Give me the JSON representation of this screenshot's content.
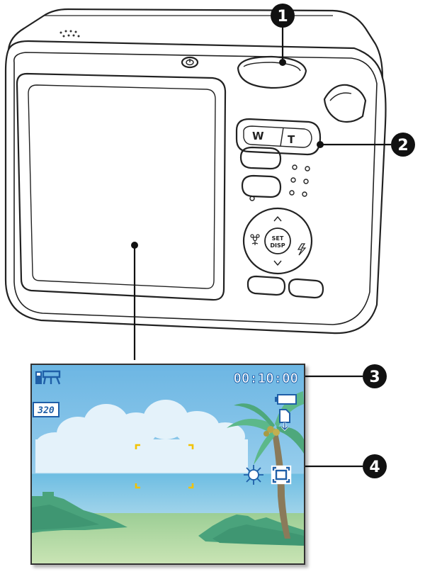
{
  "callouts": [
    {
      "number": "1"
    },
    {
      "number": "2"
    },
    {
      "number": "3"
    },
    {
      "number": "4"
    }
  ],
  "camera": {
    "zoom_wide_label": "W",
    "zoom_tele_label": "T",
    "set_button_line1": "SET",
    "set_button_line2": "DISP"
  },
  "screen": {
    "recording_time": "00:10:00",
    "resolution_label": "320"
  },
  "colors": {
    "outline": "#222222",
    "callout": "#111111",
    "osd_blue": "#1f5fa8",
    "focus_bracket": "#f2c200",
    "sky": "#7ec3e8",
    "sea": "#68b8dc",
    "sand": "#a6d29a"
  },
  "icons": [
    "movie-mode-icon",
    "battery-icon",
    "memory-card-icon",
    "white-balance-icon",
    "focus-area-icon",
    "macro-flower-icon",
    "flash-icon"
  ]
}
